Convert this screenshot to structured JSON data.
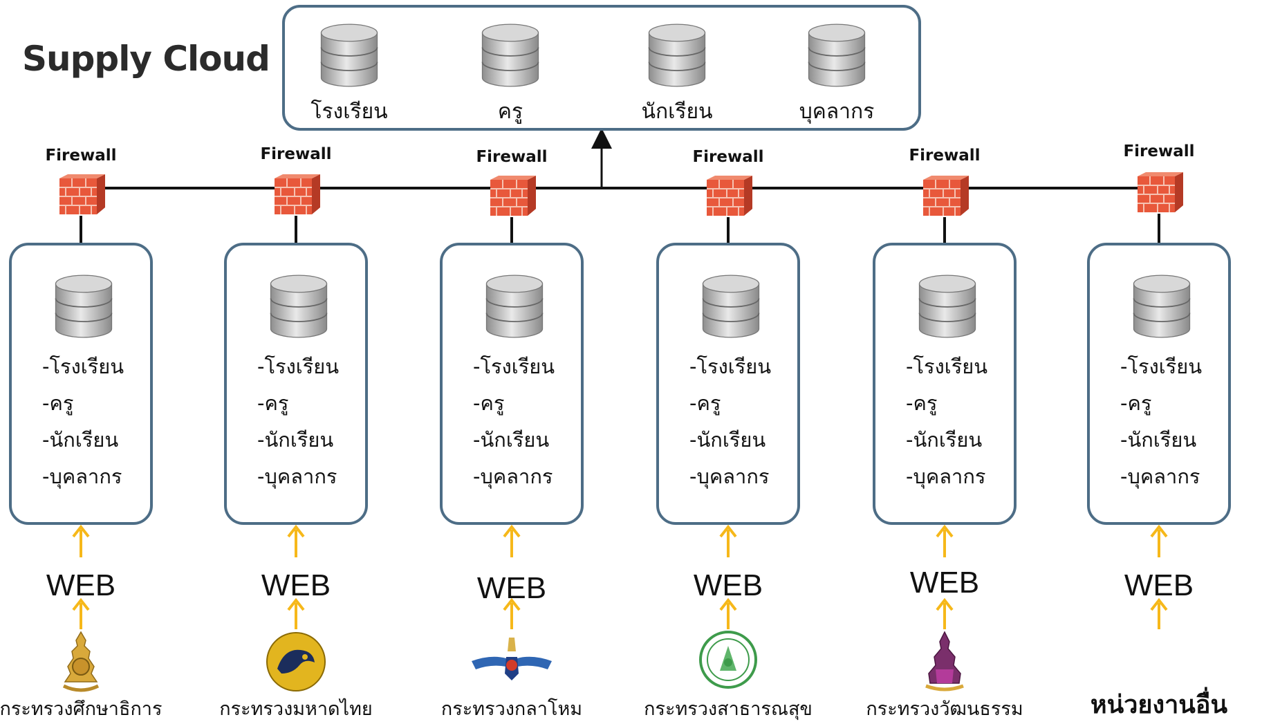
{
  "title": "Supply Cloud",
  "colors": {
    "box_border": "#4d6d86",
    "arrow": "#f6b81a",
    "firewall": "#e8583b",
    "line": "#111111"
  },
  "supply_cloud": {
    "databases": [
      {
        "label": "โรงเรียน",
        "icon": "database-icon"
      },
      {
        "label": "ครู",
        "icon": "database-icon"
      },
      {
        "label": "นักเรียน",
        "icon": "database-icon"
      },
      {
        "label": "บุคลากร",
        "icon": "database-icon"
      }
    ]
  },
  "agencies": [
    {
      "firewall": "Firewall",
      "items": [
        "-โรงเรียน",
        "-ครู",
        "-นักเรียน",
        "-บุคลากร"
      ],
      "web": "WEB",
      "name": "กระทรวงศึกษาธิการ",
      "emblem": "ministry-of-education-emblem"
    },
    {
      "firewall": "Firewall",
      "items": [
        "-โรงเรียน",
        "-ครู",
        "-นักเรียน",
        "-บุคลากร"
      ],
      "web": "WEB",
      "name": "กระทรวงมหาดไทย",
      "emblem": "ministry-of-interior-emblem"
    },
    {
      "firewall": "Firewall",
      "items": [
        "-โรงเรียน",
        "-ครู",
        "-นักเรียน",
        "-บุคลากร"
      ],
      "web": "WEB",
      "name": "กระทรวงกลาโหม",
      "emblem": "ministry-of-defence-emblem"
    },
    {
      "firewall": "Firewall",
      "items": [
        "-โรงเรียน",
        "-ครู",
        "-นักเรียน",
        "-บุคลากร"
      ],
      "web": "WEB",
      "name": "กระทรวงสาธารณสุข",
      "emblem": "ministry-of-public-health-emblem"
    },
    {
      "firewall": "Firewall",
      "items": [
        "-โรงเรียน",
        "-ครู",
        "-นักเรียน",
        "-บุคลากร"
      ],
      "web": "WEB",
      "name": "กระทรวงวัฒนธรรม",
      "emblem": "ministry-of-culture-emblem"
    },
    {
      "firewall": "Firewall",
      "items": [
        "-โรงเรียน",
        "-ครู",
        "-นักเรียน",
        "-บุคลากร"
      ],
      "web": "WEB",
      "name": "หน่วยงานอื่น",
      "emblem": ""
    }
  ]
}
